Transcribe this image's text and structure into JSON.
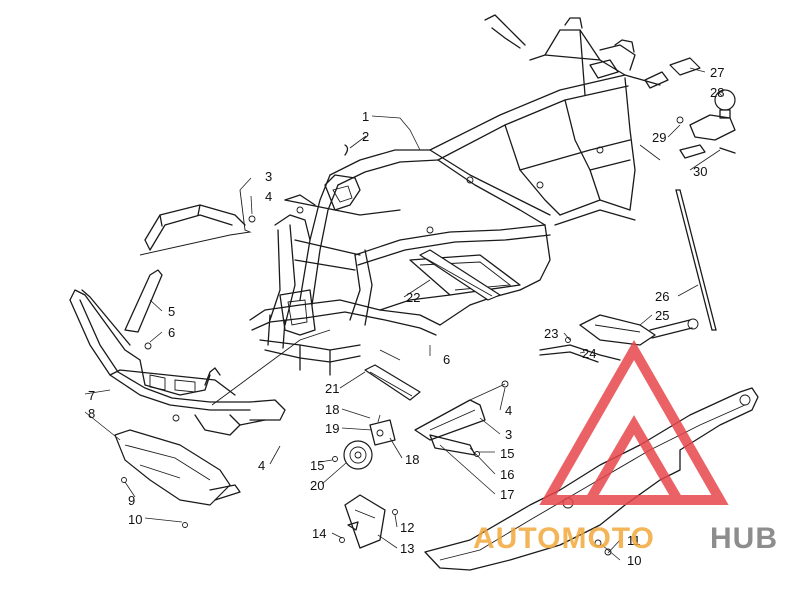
{
  "diagram": {
    "callouts": [
      {
        "id": "c1",
        "label": "1"
      },
      {
        "id": "c2",
        "label": "2"
      },
      {
        "id": "c3a",
        "label": "3"
      },
      {
        "id": "c4a",
        "label": "4"
      },
      {
        "id": "c5",
        "label": "5"
      },
      {
        "id": "c6a",
        "label": "6"
      },
      {
        "id": "c6b",
        "label": "6"
      },
      {
        "id": "c7",
        "label": "7"
      },
      {
        "id": "c8",
        "label": "8"
      },
      {
        "id": "c9",
        "label": "9"
      },
      {
        "id": "c10a",
        "label": "10"
      },
      {
        "id": "c4b",
        "label": "4"
      },
      {
        "id": "c15a",
        "label": "15"
      },
      {
        "id": "c18a",
        "label": "18"
      },
      {
        "id": "c19",
        "label": "19"
      },
      {
        "id": "c18b",
        "label": "18"
      },
      {
        "id": "c20",
        "label": "20"
      },
      {
        "id": "c21",
        "label": "21"
      },
      {
        "id": "c22",
        "label": "22"
      },
      {
        "id": "c4c",
        "label": "4"
      },
      {
        "id": "c3b",
        "label": "3"
      },
      {
        "id": "c15b",
        "label": "15"
      },
      {
        "id": "c16",
        "label": "16"
      },
      {
        "id": "c17",
        "label": "17"
      },
      {
        "id": "c12",
        "label": "12"
      },
      {
        "id": "c13",
        "label": "13"
      },
      {
        "id": "c14",
        "label": "14"
      },
      {
        "id": "c23",
        "label": "23"
      },
      {
        "id": "c24",
        "label": "24"
      },
      {
        "id": "c25",
        "label": "25"
      },
      {
        "id": "c26",
        "label": "26"
      },
      {
        "id": "c27",
        "label": "27"
      },
      {
        "id": "c28",
        "label": "28"
      },
      {
        "id": "c29",
        "label": "29"
      },
      {
        "id": "c30",
        "label": "30"
      },
      {
        "id": "c11",
        "label": "11"
      },
      {
        "id": "c10b",
        "label": "10"
      }
    ]
  },
  "watermark": {
    "word_a": "AUTOMOTO",
    "word_b": "HUB",
    "color_a": "#f3a93c",
    "color_b": "#7a7a7a",
    "triangle_color": "#e8474b"
  }
}
